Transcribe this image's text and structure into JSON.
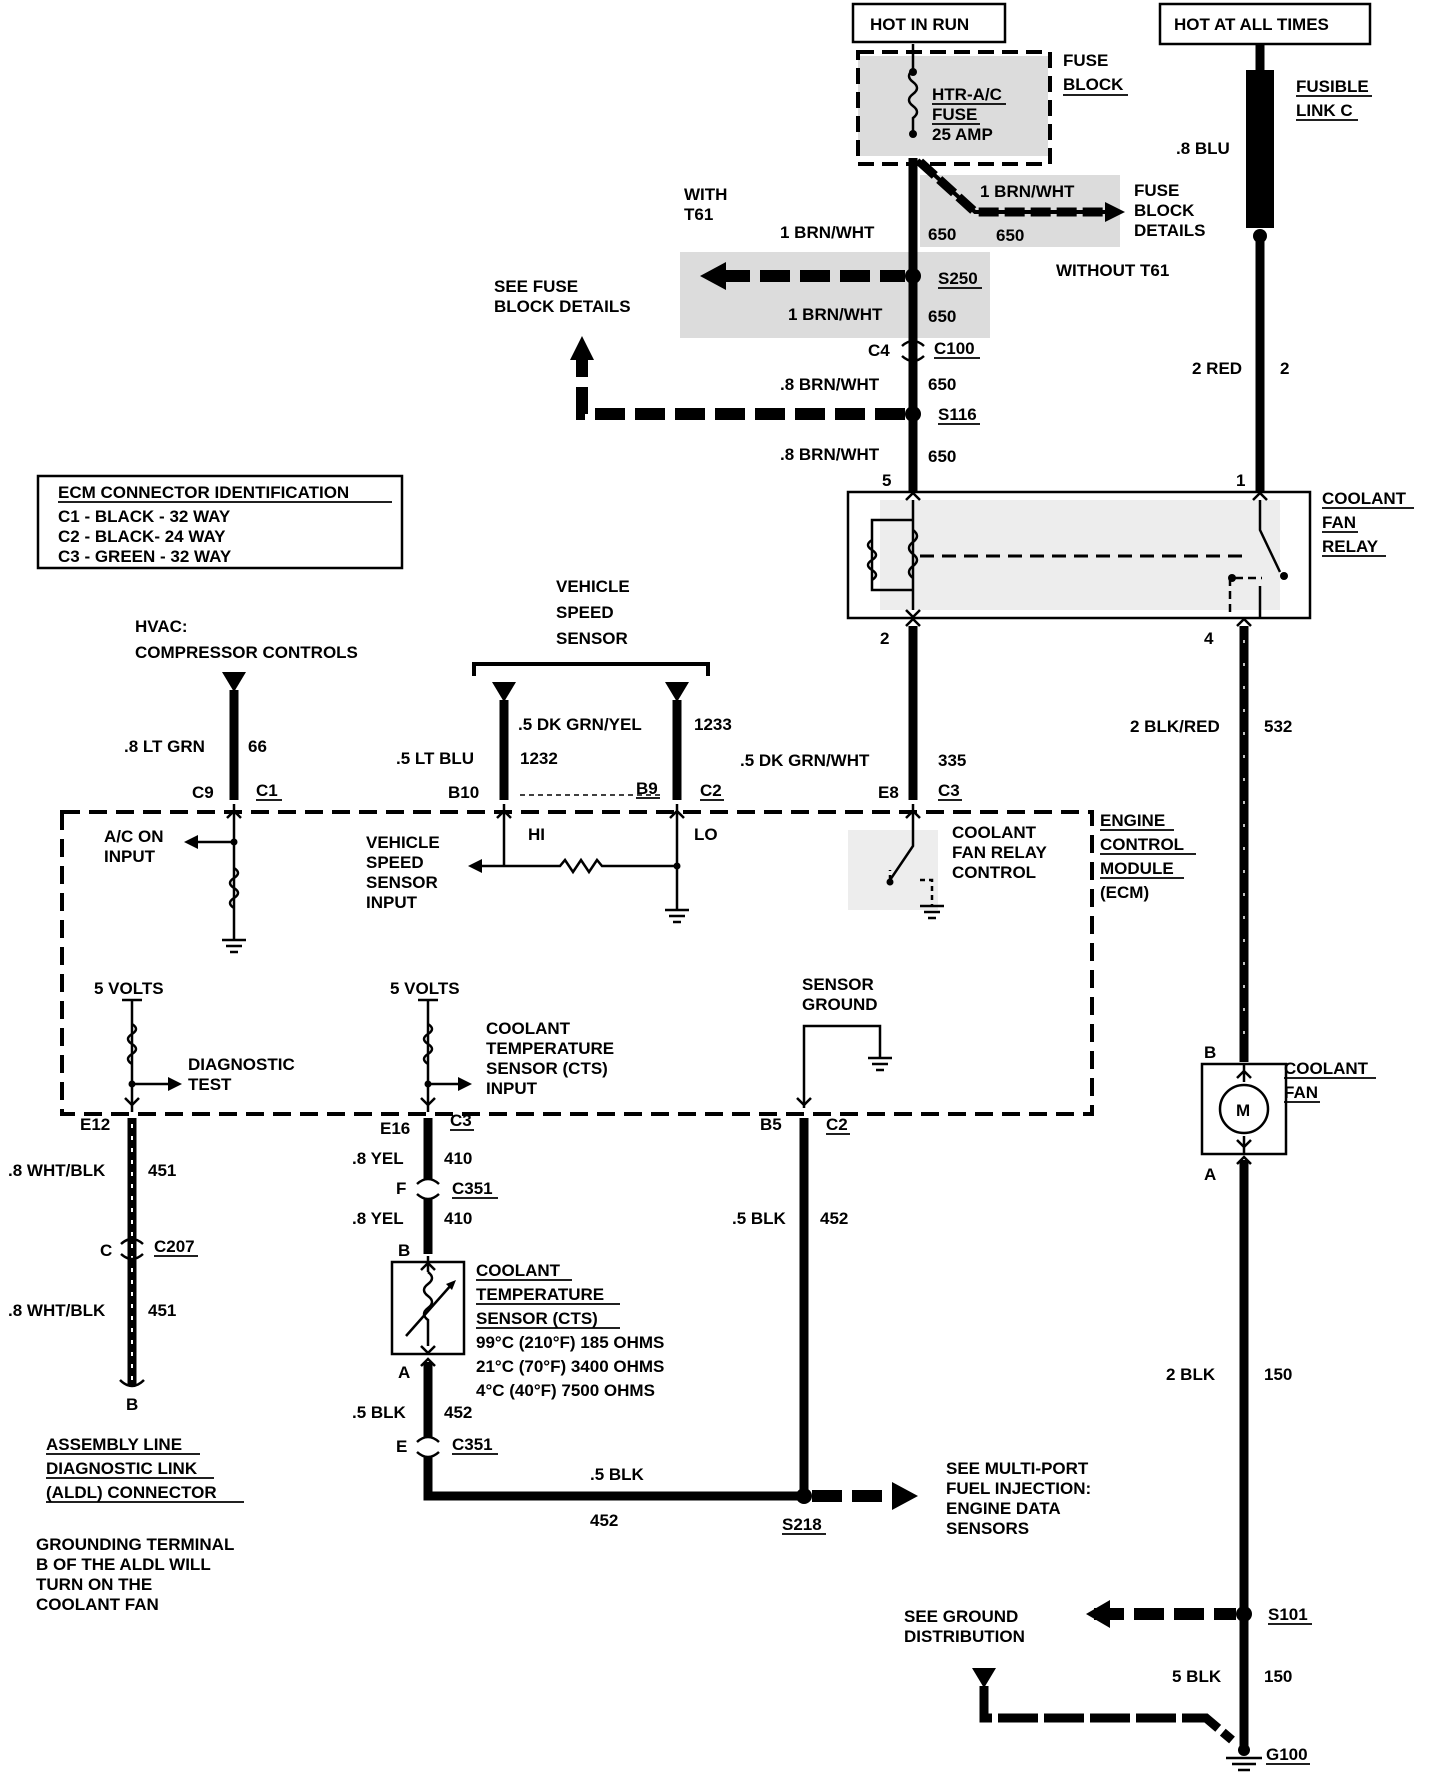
{
  "power": {
    "hot_in_run": "HOT IN RUN",
    "hot_at_all_times": "HOT AT ALL TIMES"
  },
  "fuse_block": {
    "label1": "FUSE",
    "label2": "BLOCK",
    "fuse1": "HTR-A/C",
    "fuse2": "FUSE",
    "fuse3": "25 AMP"
  },
  "fusible_link": {
    "label1": "FUSIBLE",
    "label2": "LINK C",
    "wire": ".8 BLU"
  },
  "t61": {
    "with1": "WITH",
    "with2": "T61",
    "without": "WITHOUT T61",
    "details1": "FUSE",
    "details2": "BLOCK",
    "details3": "DETAILS",
    "wire_without": "1 BRN/WHT",
    "circuit_without": "650"
  },
  "feed": {
    "w1": "1 BRN/WHT",
    "c1": "650",
    "s250": "S250",
    "see_fuse1": "SEE FUSE",
    "see_fuse2": "BLOCK DETAILS",
    "w2": "1 BRN/WHT",
    "c2": "650",
    "c4": "C4",
    "c100": "C100",
    "w3": ".8 BRN/WHT",
    "c3": "650",
    "s116": "S116",
    "w4": ".8 BRN/WHT",
    "c4circ": "650"
  },
  "red_wire": {
    "w": "2 RED",
    "c": "2"
  },
  "relay": {
    "label1": "COOLANT",
    "label2": "FAN",
    "label3": "RELAY",
    "pin5": "5",
    "pin1": "1",
    "pin2": "2",
    "pin4": "4"
  },
  "ecm_id": {
    "title": "ECM CONNECTOR IDENTIFICATION",
    "c1": "C1 - BLACK - 32 WAY",
    "c2": "C2 - BLACK- 24 WAY",
    "c3": "C3 - GREEN - 32 WAY"
  },
  "hvac": {
    "l1": "HVAC:",
    "l2": "COMPRESSOR CONTROLS",
    "wire": ".8 LT GRN",
    "circuit": "66",
    "pin": "C9",
    "conn": "C1"
  },
  "vss": {
    "l1": "VEHICLE",
    "l2": "SPEED",
    "l3": "SENSOR",
    "wireA": ".5 LT BLU",
    "circA": "1232",
    "pinA": "B10",
    "wireB": ".5 DK GRN/YEL",
    "circB": "1233",
    "pinB": "B9",
    "conn": "C2"
  },
  "relay_ctrl_wire": {
    "w": ".5 DK GRN/WHT",
    "c": "335",
    "pin": "E8",
    "conn": "C3"
  },
  "fan_wire": {
    "w": "2 BLK/RED",
    "c": "532"
  },
  "ecm": {
    "l1": "ENGINE",
    "l2": "CONTROL",
    "l3": "MODULE",
    "l4": "(ECM)",
    "ac1": "A/C ON",
    "ac2": "INPUT",
    "vs1": "VEHICLE",
    "vs2": "SPEED",
    "vs3": "SENSOR",
    "vs4": "INPUT",
    "hi": "HI",
    "lo": "LO",
    "cf1": "COOLANT",
    "cf2": "FAN RELAY",
    "cf3": "CONTROL",
    "v5a": "5 VOLTS",
    "v5b": "5 VOLTS",
    "diag1": "DIAGNOSTIC",
    "diag2": "TEST",
    "cts1": "COOLANT",
    "cts2": "TEMPERATURE",
    "cts3": "SENSOR (CTS)",
    "cts4": "INPUT",
    "sg1": "SENSOR",
    "sg2": "GROUND"
  },
  "aldl_wire": {
    "pin": "E12",
    "w1": ".8 WHT/BLK",
    "c1": "451",
    "cpin": "C",
    "conn": "C207",
    "w2": ".8 WHT/BLK",
    "c2": "451",
    "bpin": "B"
  },
  "aldl": {
    "l1": "ASSEMBLY LINE",
    "l2": "DIAGNOSTIC LINK",
    "l3": "(ALDL) CONNECTOR",
    "n1": "GROUNDING TERMINAL",
    "n2": "B OF THE ALDL WILL",
    "n3": "TURN ON THE",
    "n4": "COOLANT FAN"
  },
  "cts_wire": {
    "pin": "E16",
    "conn": "C3",
    "w1": ".8 YEL",
    "c1": "410",
    "fpin": "F",
    "c351a": "C351",
    "w2": ".8 YEL",
    "c2": "410",
    "bpin": "B",
    "apin": "A",
    "w3": ".5 BLK",
    "c3": "452",
    "epin": "E",
    "c351b": "C351"
  },
  "cts": {
    "l1": "COOLANT",
    "l2": "TEMPERATURE",
    "l3": "SENSOR (CTS)",
    "r1": "99°C (210°F) 185 OHMS",
    "r2": "21°C (70°F) 3400 OHMS",
    "r3": "4°C (40°F) 7500 OHMS"
  },
  "sg_wire": {
    "pin": "B5",
    "conn": "C2",
    "w": ".5 BLK",
    "c": "452"
  },
  "bottom_wire": {
    "w": ".5 BLK",
    "c": "452",
    "s218": "S218"
  },
  "mpfi": {
    "l1": "SEE MULTI-PORT",
    "l2": "FUEL INJECTION:",
    "l3": "ENGINE DATA",
    "l4": "SENSORS"
  },
  "fan": {
    "l1": "COOLANT",
    "l2": "FAN",
    "b": "B",
    "a": "A",
    "m": "M",
    "w": "2 BLK",
    "c": "150"
  },
  "ground": {
    "l1": "SEE GROUND",
    "l2": "DISTRIBUTION",
    "s101": "S101",
    "w": "5 BLK",
    "c": "150",
    "g100": "G100"
  }
}
